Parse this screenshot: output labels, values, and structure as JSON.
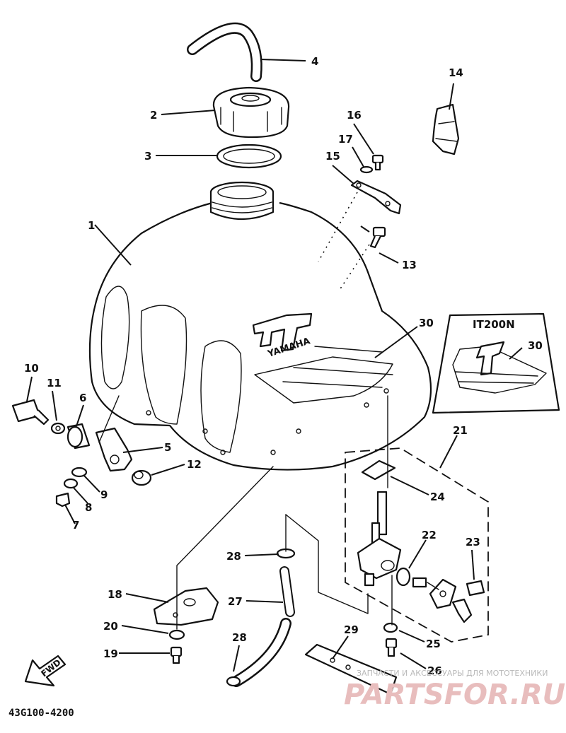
{
  "callouts": {
    "c1": "1",
    "c2": "2",
    "c3": "3",
    "c4": "4",
    "c5": "5",
    "c6": "6",
    "c7": "7",
    "c8": "8",
    "c9": "9",
    "c10": "10",
    "c11": "11",
    "c12": "12",
    "c13": "13",
    "c14": "14",
    "c15": "15",
    "c16": "16",
    "c17": "17",
    "c18": "18",
    "c19": "19",
    "c20": "20",
    "c21": "21",
    "c22": "22",
    "c23": "23",
    "c24": "24",
    "c25": "25",
    "c26": "26",
    "c27": "27",
    "c28a": "28",
    "c28b": "28",
    "c29": "29",
    "c30a": "30",
    "c30b": "30"
  },
  "inset": {
    "title": "IT200N"
  },
  "tank_logo": {
    "brand": "YAMAHA",
    "model_text": "IT"
  },
  "fwd_arrow": {
    "label": "FWD"
  },
  "drawing_code": "43G100-4200",
  "watermark": {
    "caption": "ЗАПЧАСТИ И АКСЕССУАРЫ ДЛЯ МОТОТЕХНИКИ",
    "brand": "PARTSFOR.RU"
  }
}
